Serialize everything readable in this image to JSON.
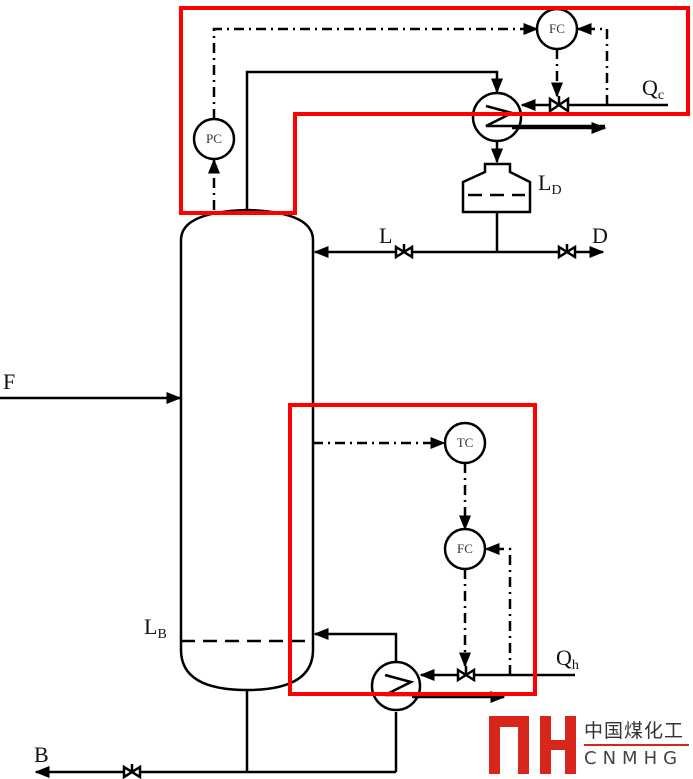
{
  "diagram": {
    "title": "Distillation column control scheme",
    "streams": {
      "feed": "F",
      "reflux": "L",
      "distillate": "D",
      "bottoms": "B",
      "condenser_duty": "Q",
      "condenser_duty_sub": "c",
      "reboiler_duty": "Q",
      "reboiler_duty_sub": "h"
    },
    "levels": {
      "drum_level": "L",
      "drum_level_sub": "D",
      "bottom_level": "L",
      "bottom_level_sub": "B"
    },
    "instruments": {
      "pressure_controller": "PC",
      "condenser_flow_controller": "FC",
      "temperature_controller": "TC",
      "reboiler_flow_controller": "FC"
    },
    "highlight_color": "#ff0000"
  },
  "logo": {
    "chinese": "中国煤化工",
    "english": "CNMHG",
    "brand_color": "#d9261c"
  }
}
